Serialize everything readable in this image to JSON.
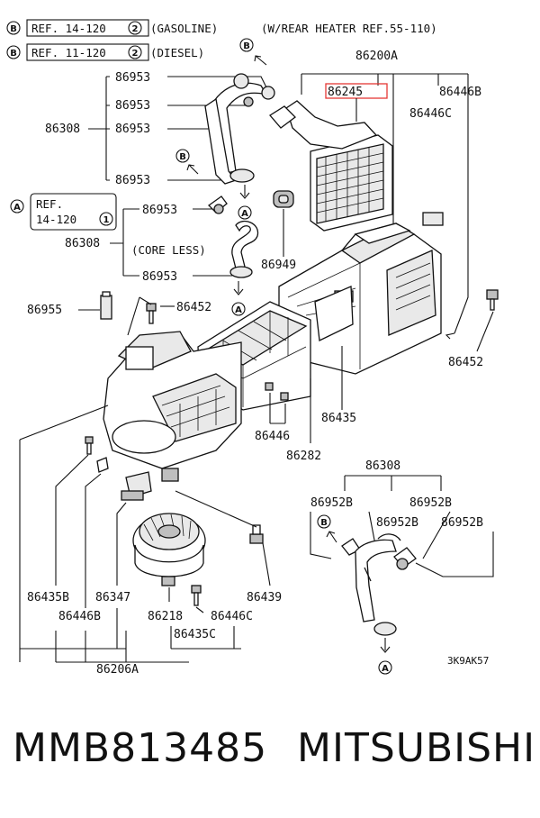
{
  "refs": {
    "gasoline": {
      "marker": "B",
      "ref": "REF. 14-120",
      "num": "2",
      "note": "(GASOLINE)"
    },
    "diesel": {
      "marker": "B",
      "ref": "REF. 11-120",
      "num": "2",
      "note": "(DIESEL)"
    },
    "rear_heater": "(W/REAR HEATER REF.55-110)",
    "left_ref_marker": "A",
    "left_ref_line1": "REF.",
    "left_ref_line2": "14-120",
    "left_ref_num": "1",
    "core_less": "(CORE LESS)"
  },
  "markers": {
    "a": "A",
    "b": "B"
  },
  "parts": {
    "p86200A": "86200A",
    "p86245": "86245",
    "p86446B": "86446B",
    "p86446C": "86446C",
    "p86953": "86953",
    "p86308": "86308",
    "p86949": "86949",
    "p86955": "86955",
    "p86452": "86452",
    "p86435": "86435",
    "p86446": "86446",
    "p86282": "86282",
    "p86952B": "86952B",
    "p86435B": "86435B",
    "p86347": "86347",
    "p86439": "86439",
    "p86218": "86218",
    "p86446C2": "86446C",
    "p86435C": "86435C",
    "p86206A": "86206A",
    "p86446B2": "86446B"
  },
  "highlight_color": "#e53935",
  "diagram_code": "3K9AK57",
  "footer": {
    "part_number": "MMB813485",
    "maker": "MITSUBISHI"
  }
}
